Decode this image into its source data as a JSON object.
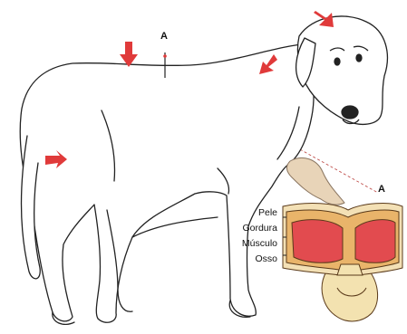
{
  "markers": {
    "top": "A",
    "section": "A"
  },
  "layers": [
    "Pele",
    "Gordura",
    "Músculo",
    "Osso"
  ],
  "colors": {
    "outline": "#222222",
    "arrow": "#e03a3a",
    "skin": "#f3e0b5",
    "fat": "#e9b46a",
    "muscle": "#e24b4f",
    "bone": "#f3e2b0",
    "hand": "#e8d4b8",
    "guide": "#c0504d"
  }
}
